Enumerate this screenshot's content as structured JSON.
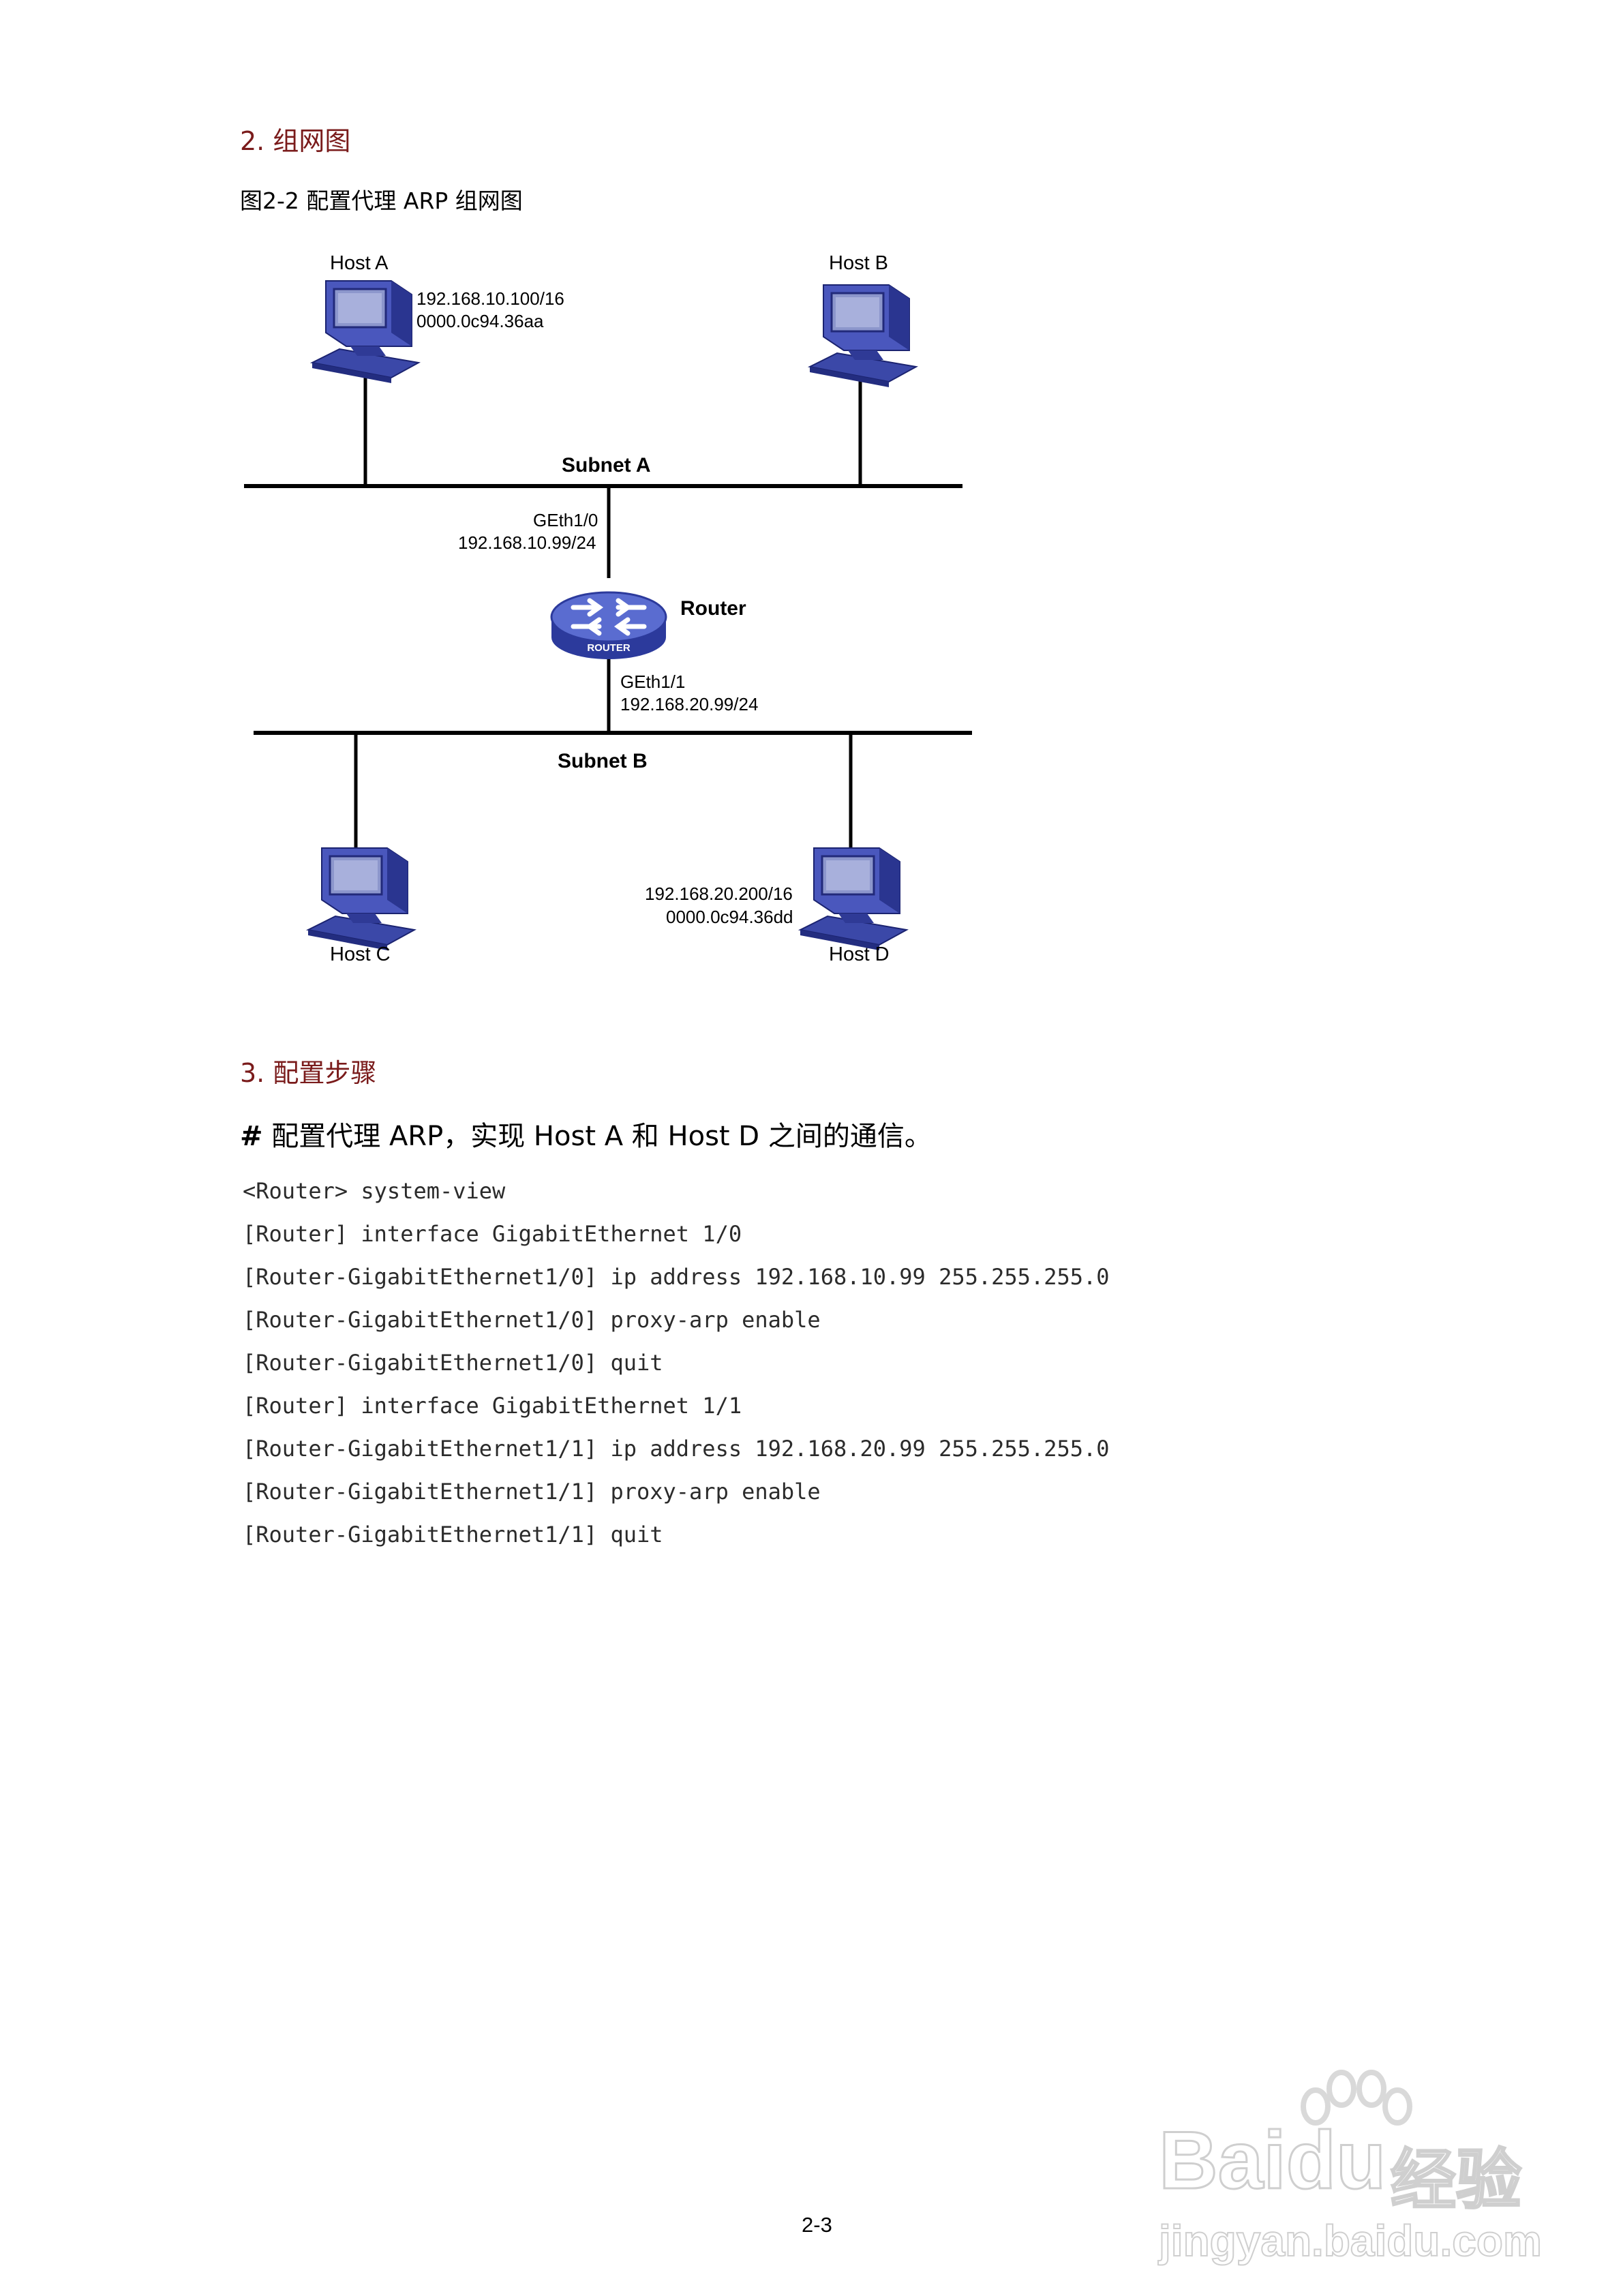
{
  "section2": {
    "heading": "2. 组网图",
    "figure_caption": "图2-2  配置代理 ARP 组网图"
  },
  "diagram": {
    "host_a": {
      "name": "Host A",
      "ip": "192.168.10.100/16",
      "mac": "0000.0c94.36aa"
    },
    "host_b": {
      "name": "Host B"
    },
    "host_c": {
      "name": "Host C"
    },
    "host_d": {
      "name": "Host D",
      "ip": "192.168.20.200/16",
      "mac": "0000.0c94.36dd"
    },
    "subnet_a": "Subnet A",
    "subnet_b": "Subnet B",
    "router": {
      "name": "Router",
      "badge": "ROUTER"
    },
    "if_top": {
      "name": "GEth1/0",
      "ip": "192.168.10.99/24"
    },
    "if_bottom": {
      "name": "GEth1/1",
      "ip": "192.168.20.99/24"
    }
  },
  "section3": {
    "heading": "3. 配置步骤",
    "comment_hash": "#",
    "comment_text": " 配置代理 ARP，实现 Host A 和 Host D 之间的通信。",
    "code": [
      "<Router> system-view",
      "[Router] interface GigabitEthernet 1/0",
      "[Router-GigabitEthernet1/0] ip address 192.168.10.99 255.255.255.0",
      "[Router-GigabitEthernet1/0] proxy-arp enable",
      "[Router-GigabitEthernet1/0] quit",
      "[Router] interface GigabitEthernet 1/1",
      "[Router-GigabitEthernet1/1] ip address 192.168.20.99 255.255.255.0",
      "[Router-GigabitEthernet1/1] proxy-arp enable",
      "[Router-GigabitEthernet1/1] quit"
    ]
  },
  "footer": {
    "page_number": "2-3"
  },
  "watermark": {
    "brand": "Bai",
    "brand2": "du",
    "product": "经验",
    "url": "jingyan.baidu.com"
  }
}
